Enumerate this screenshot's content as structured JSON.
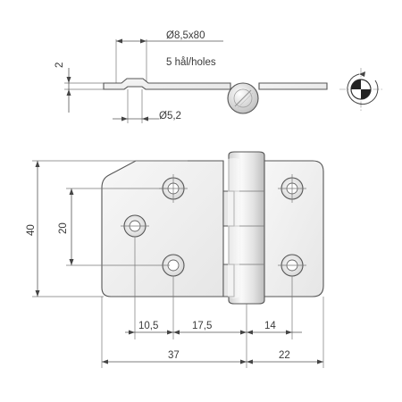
{
  "drawing": {
    "side_view": {
      "hole_diameter_label": "Ø8,5x80",
      "holes_note": "5 hål/holes",
      "thickness_label": "2",
      "countersink_label": "Ø5,2"
    },
    "front_view": {
      "height_label": "40",
      "hole_spacing_vertical_label": "20",
      "dim_10_5": "10,5",
      "dim_17_5": "17,5",
      "dim_14": "14",
      "dim_37": "37",
      "dim_22": "22"
    },
    "rotation_symbol": "rotation-direction-icon"
  },
  "colors": {
    "line": "#555555",
    "plate_fill": "#f2f2f2",
    "knuckle_fill": "#e4e4e4"
  }
}
